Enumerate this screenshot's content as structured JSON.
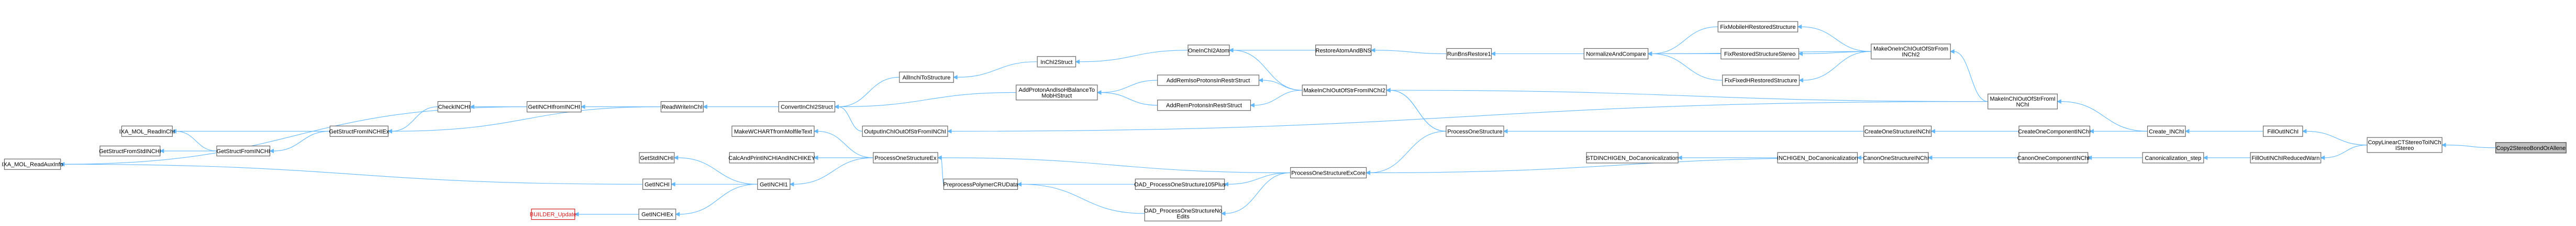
{
  "diagram": {
    "colors": {
      "edge": "#63b8ff",
      "node_border": "#666666",
      "root_fill": "#bfbfbf",
      "highlight": "#d21a1a"
    },
    "nodes": [
      {
        "id": "ixa_readinchi",
        "label": [
          "IXA_MOL_ReadInChI"
        ]
      },
      {
        "id": "ixa_readauxinfo",
        "label": [
          "IXA_MOL_ReadAuxInfo"
        ]
      },
      {
        "id": "getstructfromstdinchi",
        "label": [
          "GetStructFromStdINCHI"
        ]
      },
      {
        "id": "getstructfrominchi",
        "label": [
          "GetStructFromINCHI"
        ]
      },
      {
        "id": "getstructfrominchiex",
        "label": [
          "GetStructFromINCHIEx"
        ]
      },
      {
        "id": "checkinchi",
        "label": [
          "CheckINCHI"
        ]
      },
      {
        "id": "getinchifrominchi",
        "label": [
          "GetINCHIfromINCHI"
        ]
      },
      {
        "id": "readwriteinchi",
        "label": [
          "ReadWriteInChI"
        ]
      },
      {
        "id": "allinchitostructure",
        "label": [
          "AllInchiToStructure"
        ]
      },
      {
        "id": "convertinchi2struct",
        "label": [
          "ConvertInChI2Struct"
        ]
      },
      {
        "id": "inchi2struct",
        "label": [
          "InChI2Struct"
        ]
      },
      {
        "id": "addprotonsandbalance",
        "label": [
          "AddProtonAndIsoHBalanceTo",
          "MobHStruct"
        ]
      },
      {
        "id": "outputinchioutofstr",
        "label": [
          "OutputInChIOutOfStrFromINChI"
        ]
      },
      {
        "id": "onechi2atom",
        "label": [
          "OneInChI2Atom"
        ]
      },
      {
        "id": "addremisoprotons",
        "label": [
          "AddRemIsoProtonsInRestrStruct"
        ]
      },
      {
        "id": "addremprotons",
        "label": [
          "AddRemProtonsInRestrStruct"
        ]
      },
      {
        "id": "restoreatomandbns",
        "label": [
          "RestoreAtomAndBNS"
        ]
      },
      {
        "id": "runbnsrestore1",
        "label": [
          "RunBnsRestore1"
        ]
      },
      {
        "id": "makeinchioutofstrfrominchi2",
        "label": [
          "MakeInChIOutOfStrFromINChI2"
        ]
      },
      {
        "id": "normalizeandcompare",
        "label": [
          "NormalizeAndCompare"
        ]
      },
      {
        "id": "fixmobilehrestored",
        "label": [
          "FixMobileHRestoredStructure"
        ]
      },
      {
        "id": "fixrestoredstereo",
        "label": [
          "FixRestoredStructureStereo"
        ]
      },
      {
        "id": "fixfixedhrestored",
        "label": [
          "FixFixedHRestoredStructure"
        ]
      },
      {
        "id": "makeoneinchioutofstr",
        "label": [
          "MakeOneInChIOutOfStrFrom",
          "INChI2"
        ]
      },
      {
        "id": "makeinchioutofstrfrominchi",
        "label": [
          "MakeInChIOutOfStrFromI",
          "NChI"
        ]
      },
      {
        "id": "makewchartfromt",
        "label": [
          "MakeWCHARTfromMolfileText"
        ]
      },
      {
        "id": "calcandprintinchi",
        "label": [
          "CalcAndPrintINCHIAndINCHIKEY"
        ]
      },
      {
        "id": "getstdinchi",
        "label": [
          "GetStdINCHI"
        ]
      },
      {
        "id": "getinchi",
        "label": [
          "GetINCHI"
        ]
      },
      {
        "id": "getinchiex",
        "label": [
          "GetINCHIEx"
        ]
      },
      {
        "id": "builder_update",
        "label": [
          "BUILDER_Update"
        ],
        "highlight": true
      },
      {
        "id": "getinchi1",
        "label": [
          "GetINCHI1"
        ]
      },
      {
        "id": "processoneex",
        "label": [
          "ProcessOneStructureEx"
        ]
      },
      {
        "id": "preprocesspolymer",
        "label": [
          "PreprocessPolymerCRUData"
        ]
      },
      {
        "id": "oad_process105",
        "label": [
          "OAD_ProcessOneStructure105Plus"
        ]
      },
      {
        "id": "oad_processnoedits",
        "label": [
          "OAD_ProcessOneStructureNo",
          "Edits"
        ]
      },
      {
        "id": "processoneexcore",
        "label": [
          "ProcessOneStructureExCore"
        ]
      },
      {
        "id": "processonestructure",
        "label": [
          "ProcessOneStructure"
        ]
      },
      {
        "id": "stdinchigen_docanon",
        "label": [
          "STDINCHIGEN_DoCanonicalization"
        ]
      },
      {
        "id": "inchigen_docanon",
        "label": [
          "INCHIGEN_DoCanonicalization"
        ]
      },
      {
        "id": "createonestructinchi",
        "label": [
          "CreateOneStructureINChI"
        ]
      },
      {
        "id": "canononestructinchi",
        "label": [
          "CanonOneStructureINChI"
        ]
      },
      {
        "id": "createonecompinchi",
        "label": [
          "CreateOneComponentINChI"
        ]
      },
      {
        "id": "canononecompinchi",
        "label": [
          "CanonOneComponentINChI"
        ]
      },
      {
        "id": "create_inchi",
        "label": [
          "Create_INChI"
        ]
      },
      {
        "id": "canonicalization_step",
        "label": [
          "Canonicalization_step"
        ]
      },
      {
        "id": "filloutinchi",
        "label": [
          "FillOutINChI"
        ]
      },
      {
        "id": "filloutinchireduced",
        "label": [
          "FillOutINChIReducedWarn"
        ]
      },
      {
        "id": "copylinearct",
        "label": [
          "CopyLinearCTStereoToINCh",
          "IStereo"
        ]
      },
      {
        "id": "copy2stereobond",
        "label": [
          "Copy2StereoBondOrAllene"
        ],
        "root": true
      }
    ]
  }
}
